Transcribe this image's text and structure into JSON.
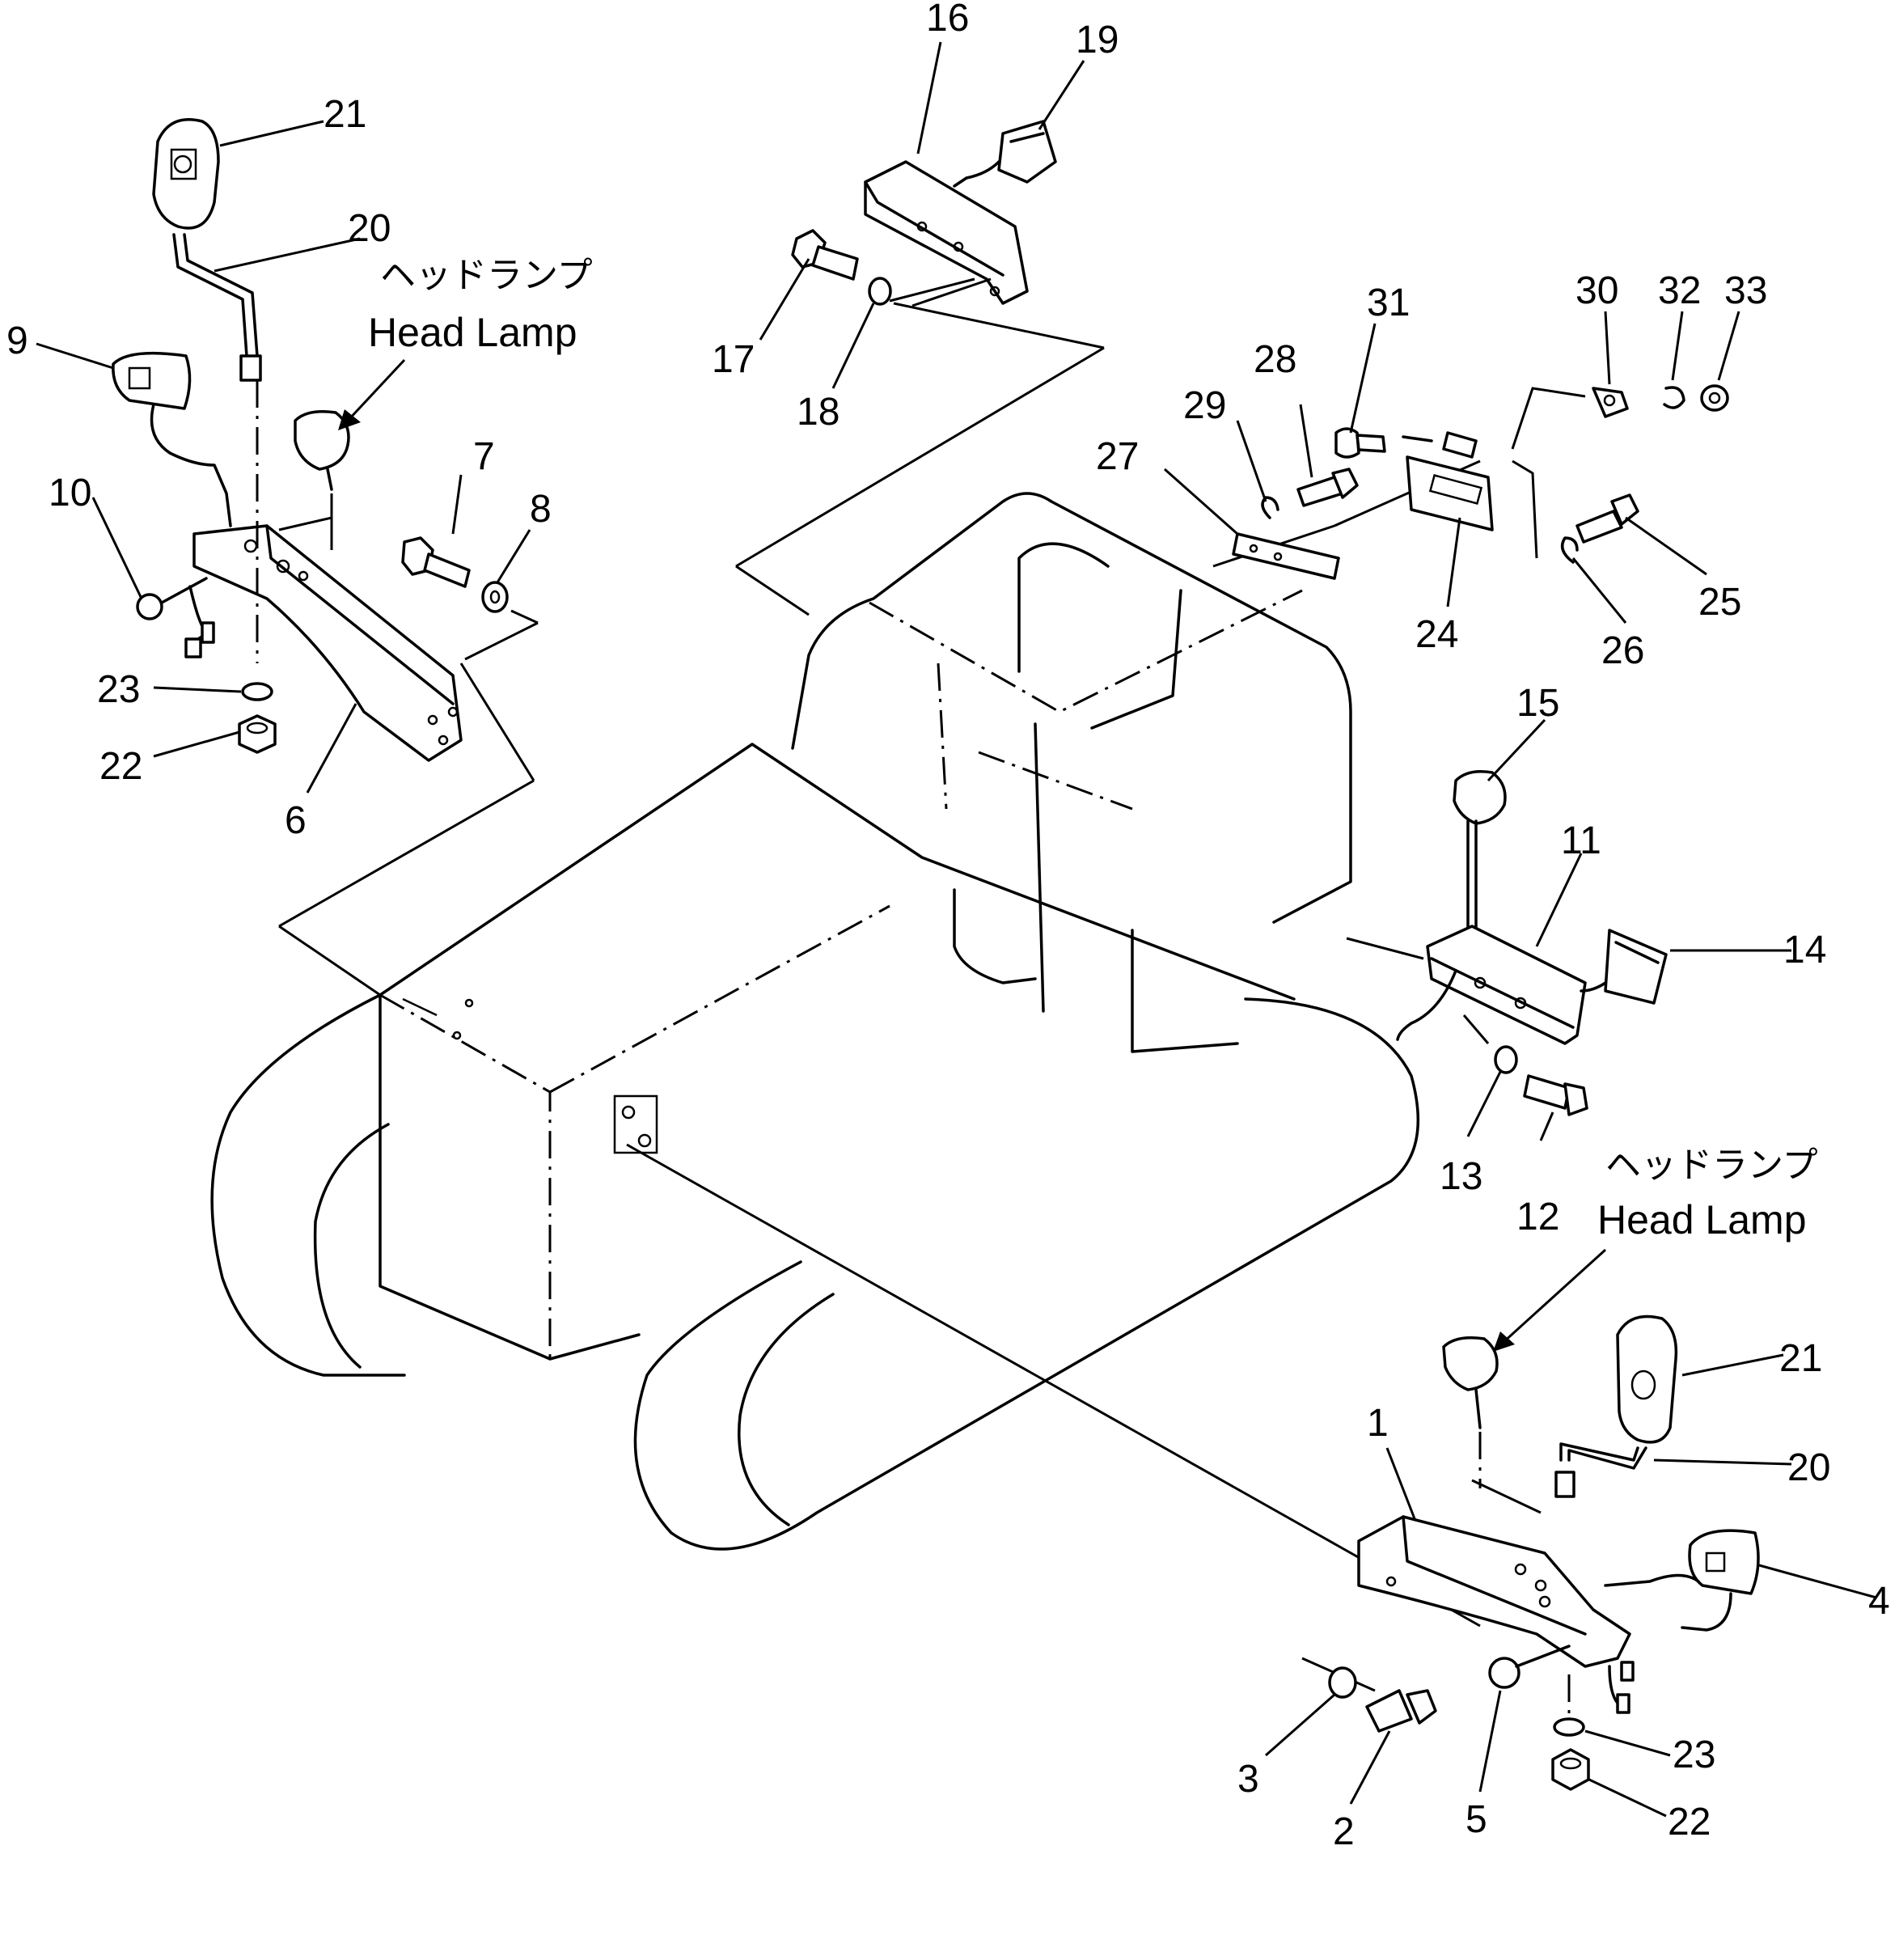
{
  "callouts": [
    {
      "id": "c16",
      "label": "16"
    },
    {
      "id": "c19",
      "label": "19"
    },
    {
      "id": "c21a",
      "label": "21"
    },
    {
      "id": "c20a",
      "label": "20"
    },
    {
      "id": "c9",
      "label": "9"
    },
    {
      "id": "c10",
      "label": "10"
    },
    {
      "id": "c7",
      "label": "7"
    },
    {
      "id": "c8",
      "label": "8"
    },
    {
      "id": "c23a",
      "label": "23"
    },
    {
      "id": "c22a",
      "label": "22"
    },
    {
      "id": "c6",
      "label": "6"
    },
    {
      "id": "c17",
      "label": "17"
    },
    {
      "id": "c18",
      "label": "18"
    },
    {
      "id": "c31",
      "label": "31"
    },
    {
      "id": "c30",
      "label": "30"
    },
    {
      "id": "c32",
      "label": "32"
    },
    {
      "id": "c33",
      "label": "33"
    },
    {
      "id": "c28",
      "label": "28"
    },
    {
      "id": "c29",
      "label": "29"
    },
    {
      "id": "c27",
      "label": "27"
    },
    {
      "id": "c25",
      "label": "25"
    },
    {
      "id": "c24",
      "label": "24"
    },
    {
      "id": "c26",
      "label": "26"
    },
    {
      "id": "c15",
      "label": "15"
    },
    {
      "id": "c11",
      "label": "11"
    },
    {
      "id": "c14",
      "label": "14"
    },
    {
      "id": "c13",
      "label": "13"
    },
    {
      "id": "c12",
      "label": "12"
    },
    {
      "id": "c21b",
      "label": "21"
    },
    {
      "id": "c20b",
      "label": "20"
    },
    {
      "id": "c1",
      "label": "1"
    },
    {
      "id": "c4",
      "label": "4"
    },
    {
      "id": "c3",
      "label": "3"
    },
    {
      "id": "c2",
      "label": "2"
    },
    {
      "id": "c5",
      "label": "5"
    },
    {
      "id": "c23b",
      "label": "23"
    },
    {
      "id": "c22b",
      "label": "22"
    }
  ],
  "head_lamp_left": {
    "jp": "ヘッドランプ",
    "en": "Head Lamp"
  },
  "head_lamp_right": {
    "jp": "ヘッドランプ",
    "en": "Head Lamp"
  }
}
